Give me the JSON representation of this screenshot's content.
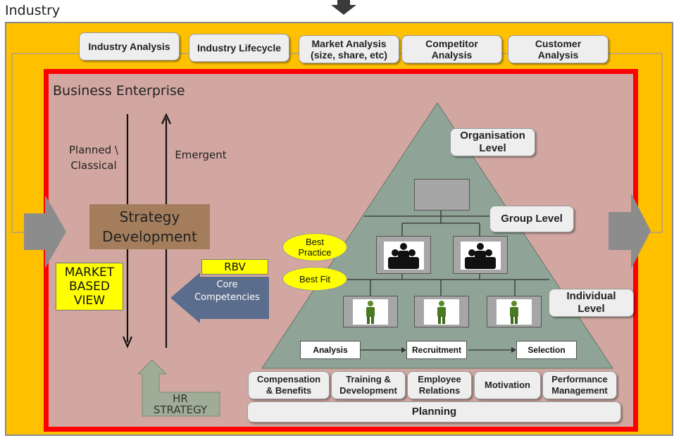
{
  "industry_label": "Industry",
  "top_boxes": [
    {
      "label": "Industry Analysis"
    },
    {
      "label": "Industry Lifecycle"
    },
    {
      "label": "Market Analysis\n(size, share, etc)"
    },
    {
      "label": "Competitor\nAnalysis"
    },
    {
      "label": "Customer\nAnalysis"
    }
  ],
  "enterprise_label": "Business Enterprise",
  "planned_label": "Planned \\\nClassical",
  "emergent_label": "Emergent",
  "strategy_label": "Strategy\nDevelopment",
  "market_based_view": "MARKET\nBASED\nVIEW",
  "rbv_label": "RBV",
  "core_competencies": "Core\nCompetencies",
  "hr_strategy": "HR\nSTRATEGY",
  "best_practice": "Best\nPractice",
  "best_fit": "Best Fit",
  "levels": {
    "organisation": "Organisation\nLevel",
    "group": "Group Level",
    "individual": "Individual\nLevel"
  },
  "process": [
    "Analysis",
    "Recruitment",
    "Selection"
  ],
  "bottom_boxes": [
    {
      "label": "Compensation\n& Benefits"
    },
    {
      "label": "Training &\nDevelopment"
    },
    {
      "label": "Employee\nRelations"
    },
    {
      "label": "Motivation"
    },
    {
      "label": "Performance\nManagement"
    }
  ],
  "planning_label": "Planning",
  "colors": {
    "industry_bg": "#ffc000",
    "enterprise_border": "#ff0000",
    "enterprise_bg": "#d3a7a1",
    "pyramid": "#8fa396",
    "strategy_box": "#a47e5c",
    "core_arrow": "#5b6d8c",
    "hr_arrow": "#9fac97"
  }
}
